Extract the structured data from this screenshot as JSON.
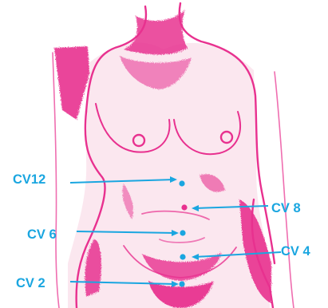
{
  "colors": {
    "sketch": "#e8318f",
    "sketch_light": "#f3a3c8",
    "skin": "#fbe7ef",
    "annotation": "#1aa6e0"
  },
  "points": [
    {
      "label": "CV12"
    },
    {
      "label": "CV 8"
    },
    {
      "label": "CV 6"
    },
    {
      "label": "CV 4"
    },
    {
      "label": "CV 2"
    }
  ]
}
